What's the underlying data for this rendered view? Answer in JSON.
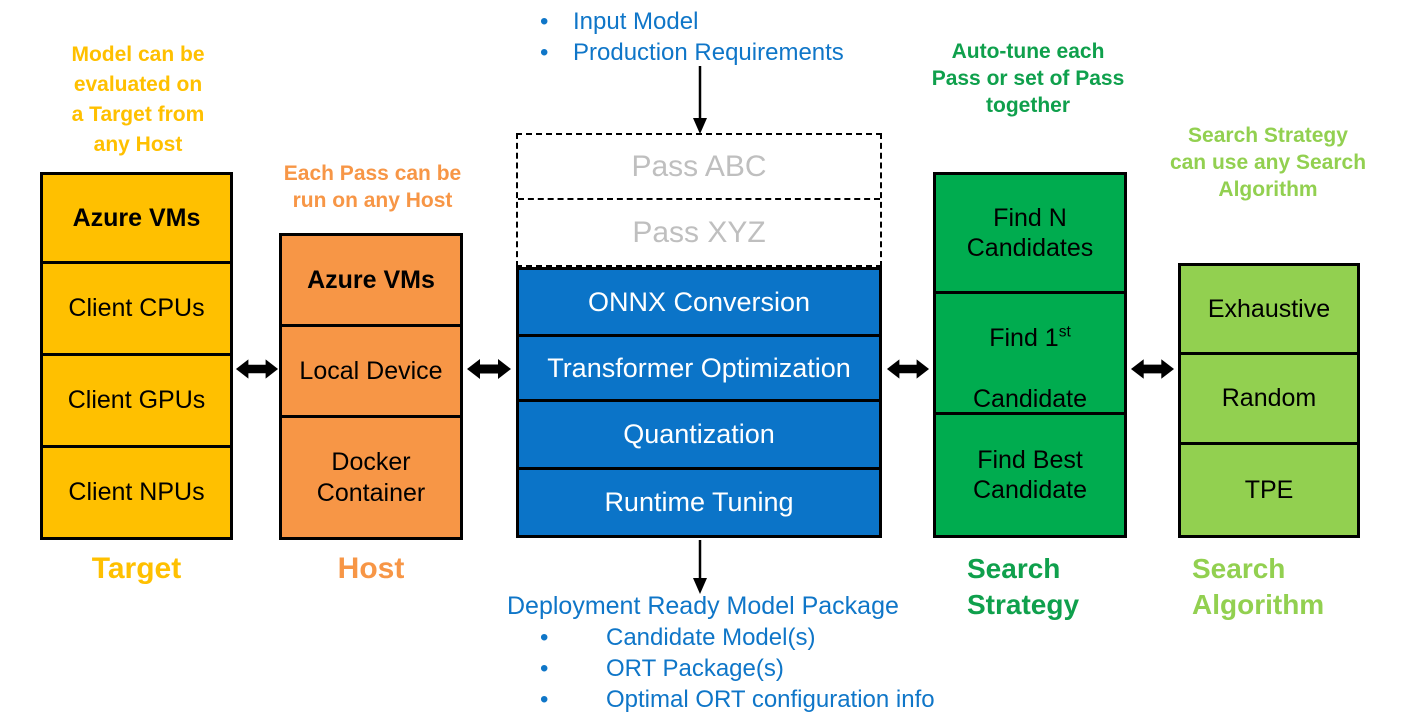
{
  "misc": {
    "bullet": "•"
  },
  "colors": {
    "gold": "#FFC000",
    "orange": "#F79646",
    "blue_box": "#0B74C8",
    "blue_text": "#0F76C8",
    "green": "#00AC4F",
    "green_text": "#0FA04C",
    "light_green": "#92D050",
    "pass_gray": "#BFBFBF",
    "arrow_black": "#000000"
  },
  "target": {
    "note": "Model can be\nevaluated on\na Target from\nany Host",
    "boxes": [
      "Azure VMs",
      "Client CPUs",
      "Client GPUs",
      "Client NPUs"
    ],
    "label": "Target"
  },
  "host": {
    "note": "Each Pass can be\nrun on any Host",
    "boxes": [
      "Azure VMs",
      "Local Device",
      "Docker\nContainer"
    ],
    "label": "Host"
  },
  "inputs": {
    "items": [
      "Input Model",
      "Production Requirements"
    ]
  },
  "passes": {
    "dashed": [
      "Pass ABC",
      "Pass XYZ"
    ],
    "solid": [
      "ONNX Conversion",
      "Transformer Optimization",
      "Quantization",
      "Runtime Tuning"
    ]
  },
  "output": {
    "title": "Deployment Ready Model Package",
    "items": [
      "Candidate Model(s)",
      "ORT Package(s)",
      "Optimal ORT configuration info"
    ]
  },
  "strategy": {
    "note": "Auto-tune each\nPass or set of Pass\ntogether",
    "box1": "Find N\nCandidates",
    "box2": {
      "prefix": "Find 1",
      "sup": "st",
      "line2": "Candidate"
    },
    "box3": "Find Best\nCandidate",
    "label": "Search\nStrategy"
  },
  "algorithm": {
    "note": "Search Strategy\ncan use any Search\nAlgorithm",
    "boxes": [
      "Exhaustive",
      "Random",
      "TPE"
    ],
    "label": "Search\nAlgorithm"
  }
}
